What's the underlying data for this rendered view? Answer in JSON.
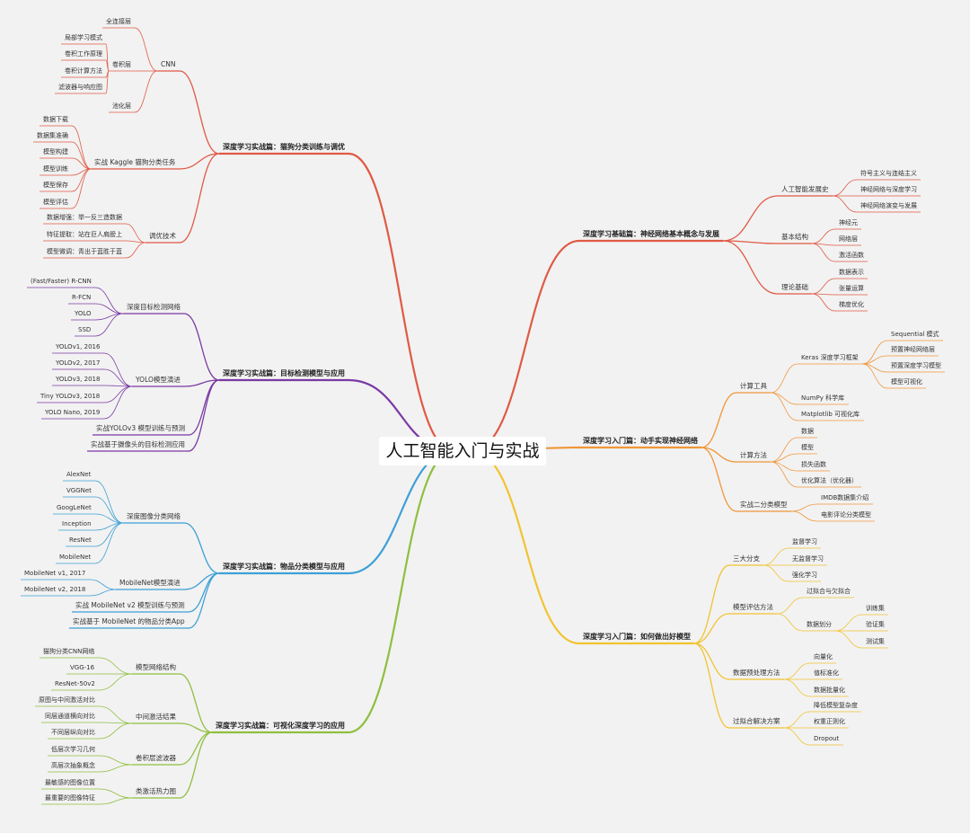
{
  "title": "人工智能入门与实战",
  "branches": [
    {
      "label": "深度学习实战篇：猫狗分类训练与调优",
      "color": "#e05a45",
      "children": [
        {
          "label": "CNN",
          "children": [
            {
              "label": "全连接层"
            },
            {
              "label": "卷积层",
              "children": [
                {
                  "label": "局部学习模式"
                },
                {
                  "label": "卷积工作原理"
                },
                {
                  "label": "卷积计算方法"
                },
                {
                  "label": "滤波器与响应图"
                }
              ]
            },
            {
              "label": "池化层"
            }
          ]
        },
        {
          "label": "实战 Kaggle 猫狗分类任务",
          "children": [
            {
              "label": "数据下载"
            },
            {
              "label": "数据集准确"
            },
            {
              "label": "模型构建"
            },
            {
              "label": "模型训练"
            },
            {
              "label": "模型保存"
            },
            {
              "label": "模型评估"
            }
          ]
        },
        {
          "label": "调优技术",
          "children": [
            {
              "label": "数据增强：举一反三造数据"
            },
            {
              "label": "特征提取：站在巨人肩膀上"
            },
            {
              "label": "模型微调：青出于蓝胜于蓝"
            }
          ]
        }
      ]
    },
    {
      "label": "深度学习实战篇：目标检测模型与应用",
      "color": "#7b3aa3",
      "children": [
        {
          "label": "深度目标检测网络",
          "children": [
            {
              "label": "(Fast/Faster) R-CNN"
            },
            {
              "label": "R-FCN"
            },
            {
              "label": "YOLO"
            },
            {
              "label": "SSD"
            }
          ]
        },
        {
          "label": "YOLO模型演进",
          "children": [
            {
              "label": "YOLOv1, 2016"
            },
            {
              "label": "YOLOv2, 2017"
            },
            {
              "label": "YOLOv3, 2018"
            },
            {
              "label": "Tiny YOLOv3, 2018"
            },
            {
              "label": "YOLO Nano, 2019"
            }
          ]
        },
        {
          "label": "实战YOLOv3 模型训练与预测"
        },
        {
          "label": "实战基于摄像头的目标检测应用"
        }
      ]
    },
    {
      "label": "深度学习实战篇：物品分类模型与应用",
      "color": "#3ea0d6",
      "children": [
        {
          "label": "深度图像分类网络",
          "children": [
            {
              "label": "AlexNet"
            },
            {
              "label": "VGGNet"
            },
            {
              "label": "GoogLeNet"
            },
            {
              "label": "Inception"
            },
            {
              "label": "ResNet"
            },
            {
              "label": "MobileNet"
            }
          ]
        },
        {
          "label": "MobileNet模型演进",
          "children": [
            {
              "label": "MobileNet v1, 2017"
            },
            {
              "label": "MobileNet v2, 2018"
            }
          ]
        },
        {
          "label": "实战 MobileNet v2 模型训练与预测"
        },
        {
          "label": "实战基于 MobileNet 的物品分类App"
        }
      ]
    },
    {
      "label": "深度学习实战篇：可视化深度学习的应用",
      "color": "#8fbf3f",
      "children": [
        {
          "label": "模型网络结构",
          "children": [
            {
              "label": "猫狗分类CNN网络"
            },
            {
              "label": "VGG-16"
            },
            {
              "label": "ResNet-50v2"
            }
          ]
        },
        {
          "label": "中间激活结果",
          "children": [
            {
              "label": "原图与中间激活对比"
            },
            {
              "label": "同层通道横向对比"
            },
            {
              "label": "不同层纵向对比"
            }
          ]
        },
        {
          "label": "卷积层滤波器",
          "children": [
            {
              "label": "低层次学习几何"
            },
            {
              "label": "高层次抽象概念"
            }
          ]
        },
        {
          "label": "类激活热力图",
          "children": [
            {
              "label": "最敏感的图像位置"
            },
            {
              "label": "最重要的图像特征"
            }
          ]
        }
      ]
    },
    {
      "label": "深度学习基础篇：神经网络基本概念与发展",
      "color": "#e05a45",
      "children": [
        {
          "label": "人工智能发展史",
          "children": [
            {
              "label": "符号主义与连结主义"
            },
            {
              "label": "神经网络与深度学习"
            },
            {
              "label": "神经网络演变与发展"
            }
          ]
        },
        {
          "label": "基本结构",
          "children": [
            {
              "label": "神经元"
            },
            {
              "label": "网络层"
            },
            {
              "label": "激活函数"
            }
          ]
        },
        {
          "label": "理论基础",
          "children": [
            {
              "label": "数据表示"
            },
            {
              "label": "张量运算"
            },
            {
              "label": "梯度优化"
            }
          ]
        }
      ]
    },
    {
      "label": "深度学习入门篇：动手实现神经网络",
      "color": "#f0963a",
      "children": [
        {
          "label": "计算工具",
          "children": [
            {
              "label": "Keras 深度学习框架",
              "children": [
                {
                  "label": "Sequential 模式"
                },
                {
                  "label": "预置神经网络层"
                },
                {
                  "label": "预置深度学习模型"
                },
                {
                  "label": "模型可视化"
                }
              ]
            },
            {
              "label": "NumPy 科学库"
            },
            {
              "label": "Matplotlib 可视化库"
            }
          ]
        },
        {
          "label": "计算方法",
          "children": [
            {
              "label": "数据"
            },
            {
              "label": "模型"
            },
            {
              "label": "损失函数"
            },
            {
              "label": "优化算法（优化器）"
            }
          ]
        },
        {
          "label": "实战二分类模型",
          "children": [
            {
              "label": "IMDB数据集介绍"
            },
            {
              "label": "电影评论分类模型"
            }
          ]
        }
      ]
    },
    {
      "label": "深度学习入门篇：如何做出好模型",
      "color": "#f2c331",
      "children": [
        {
          "label": "三大分支",
          "children": [
            {
              "label": "监督学习"
            },
            {
              "label": "无监督学习"
            },
            {
              "label": "强化学习"
            }
          ]
        },
        {
          "label": "模型评估方法",
          "children": [
            {
              "label": "过拟合与欠拟合"
            },
            {
              "label": "数据划分",
              "children": [
                {
                  "label": "训练集"
                },
                {
                  "label": "验证集"
                },
                {
                  "label": "测试集"
                }
              ]
            }
          ]
        },
        {
          "label": "数据预处理方法",
          "children": [
            {
              "label": "向量化"
            },
            {
              "label": "值标准化"
            },
            {
              "label": "数据批量化"
            }
          ]
        },
        {
          "label": "过拟合解决方案",
          "children": [
            {
              "label": "降低模型复杂度"
            },
            {
              "label": "权重正则化"
            },
            {
              "label": "Dropout"
            }
          ]
        }
      ]
    }
  ]
}
